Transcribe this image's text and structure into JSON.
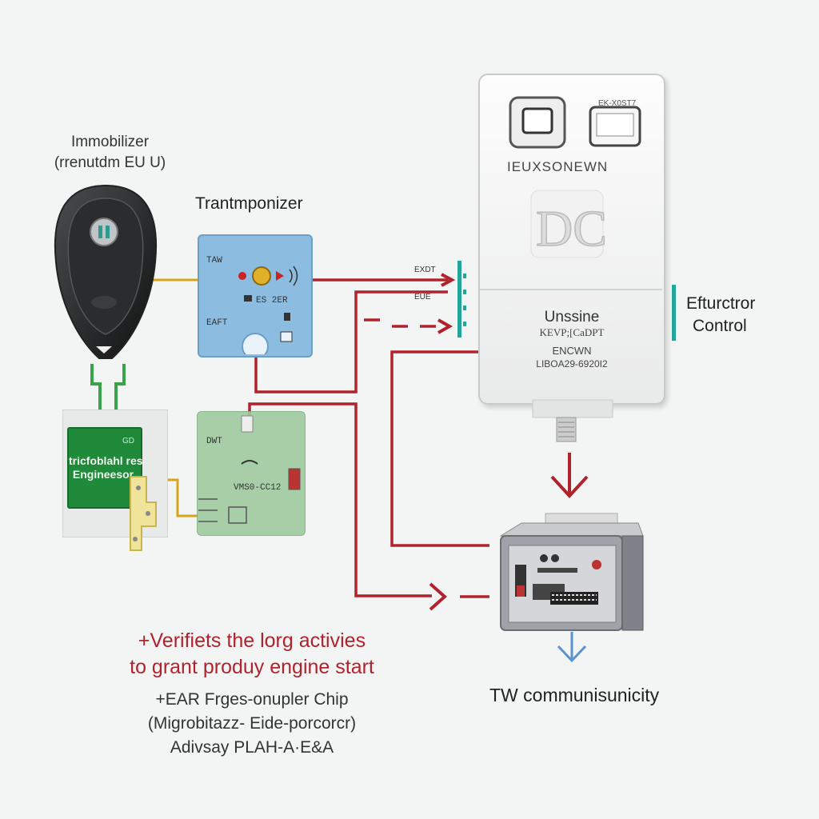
{
  "immobilizer": {
    "title_line1": "Immobilizer",
    "title_line2": "(rrenutdm EU U)"
  },
  "transponder": {
    "title": "Trantmponizer",
    "pcb_labels": [
      "TAW",
      "EAFT",
      "ES 2ER"
    ]
  },
  "chip": {
    "label_top": "GD",
    "label_line1": "tricfoblahl res",
    "label_line2": "Engineesor"
  },
  "green_board": {
    "label1": "DWT",
    "label2": "VMS0-CC12"
  },
  "arrows": {
    "label_top": "EXDT",
    "label_mid": "EUE"
  },
  "ecu": {
    "code": "EK-X0ST7",
    "brand": "IEUXSONEWN",
    "line1": "Unssine",
    "line2": "KEVP;[CaDPT",
    "line3": "ENCWN",
    "line4": "LIBOA29-6920I2"
  },
  "efector": {
    "line1": "Efturctror",
    "line2": "Control"
  },
  "tw": {
    "label": "TW communisunicity"
  },
  "caption": {
    "red_line1": "+Verifiets the lorg activies",
    "red_line2": "to grant produy engine start",
    "gray_line1": "+EAR Frges-onupler Chip",
    "gray_line2": "(Migrobitazz- Eide-porcorcr)",
    "gray_line3": "Adivsay PLAH-A·E&A"
  },
  "colors": {
    "wire_red": "#b1232c",
    "wire_yellow": "#d8a41e",
    "connector_green": "#3aa24a",
    "chip_green": "#1f8a3a",
    "accent_teal": "#23a59a",
    "arrow_blue": "#5b93cc",
    "pcb_blue": "#8cbcdf"
  }
}
